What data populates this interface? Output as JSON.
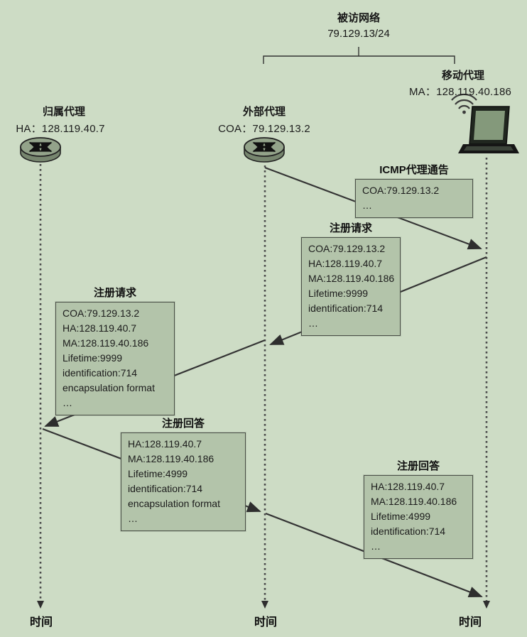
{
  "colors": {
    "page_bg": "#cddcc5",
    "box_fill": "#b3c4aa",
    "box_border": "#4a4f47",
    "line": "#3a3a3a"
  },
  "network": {
    "label": "被访网络",
    "subnet": "79.129.13/24"
  },
  "agents": [
    {
      "id": "home-agent",
      "name": "归属代理",
      "addr": "HA：128.119.40.7",
      "time_label": "时间"
    },
    {
      "id": "foreign-agent",
      "name": "外部代理",
      "addr": "COA：79.129.13.2",
      "time_label": "时间"
    },
    {
      "id": "mobile-agent",
      "name": "移动代理",
      "addr": "MA：128.119.40.186",
      "time_label": "时间"
    }
  ],
  "messages": [
    {
      "title": "ICMP代理通告",
      "lines": [
        "COA:79.129.13.2",
        "…"
      ]
    },
    {
      "title": "注册请求",
      "lines": [
        "COA:79.129.13.2",
        "HA:128.119.40.7",
        "MA:128.119.40.186",
        "Lifetime:9999",
        "identification:714",
        "…"
      ]
    },
    {
      "title": "注册请求",
      "lines": [
        "COA:79.129.13.2",
        "HA:128.119.40.7",
        "MA:128.119.40.186",
        "Lifetime:9999",
        "identification:714",
        "encapsulation format",
        "…"
      ]
    },
    {
      "title": "注册回答",
      "lines": [
        "HA:128.119.40.7",
        "MA:128.119.40.186",
        "Lifetime:4999",
        "identification:714",
        "encapsulation format",
        "…"
      ]
    },
    {
      "title": "注册回答",
      "lines": [
        "HA:128.119.40.7",
        "MA:128.119.40.186",
        "Lifetime:4999",
        "identification:714",
        "…"
      ]
    }
  ]
}
